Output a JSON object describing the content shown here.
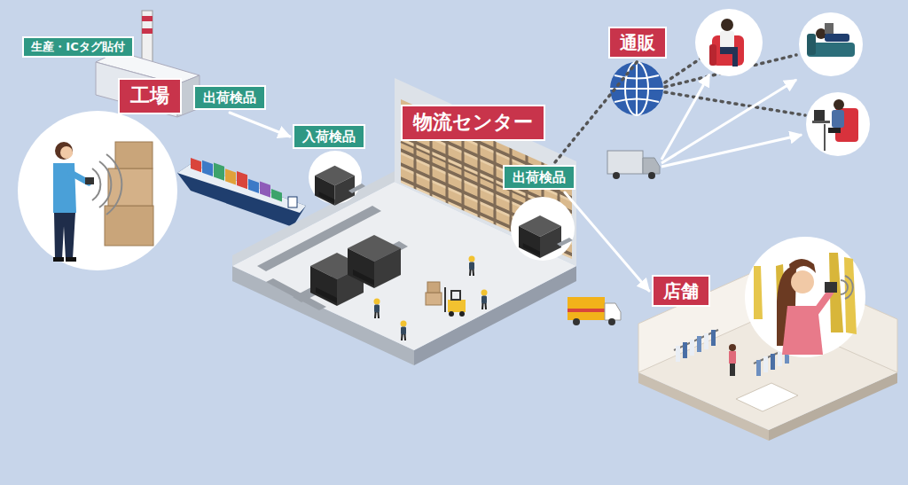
{
  "diagram": {
    "nodes": [
      {
        "text": [
          "生産・ICタグ貼付"
        ]
      },
      {
        "text": [
          "工場"
        ]
      },
      {
        "text": [
          "出荷検品"
        ]
      },
      {
        "text": [
          "入荷検品"
        ]
      },
      {
        "text": [
          "物流センター"
        ]
      },
      {
        "text": [
          "出荷検品"
        ]
      },
      {
        "text": [
          "通販"
        ]
      },
      {
        "text": [
          "店舗"
        ]
      }
    ],
    "edges": [
      {
        "from": 2,
        "to": 3,
        "arrow": "to"
      },
      {
        "from": 5,
        "to": 7,
        "arrow": "to"
      },
      {
        "from": 5,
        "to": 6,
        "arrow": "none"
      }
    ]
  }
}
